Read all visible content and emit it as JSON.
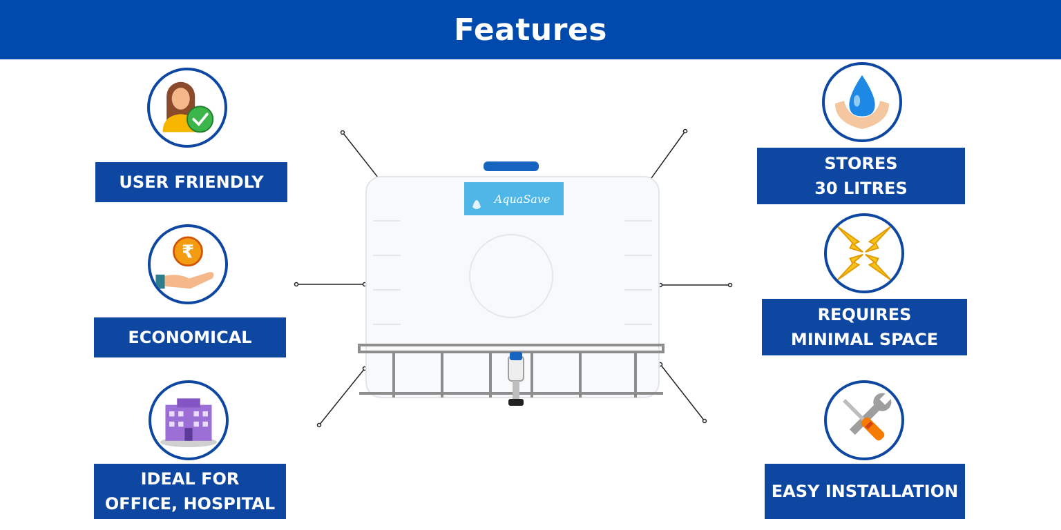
{
  "header": {
    "title": "Features"
  },
  "features": [
    {
      "icon": "user-check-icon",
      "label": "USER FRIENDLY"
    },
    {
      "icon": "rupee-coin-hand-icon",
      "label": "ECONOMICAL"
    },
    {
      "icon": "building-icon",
      "label": "IDEAL FOR\nOFFICE, HOSPITAL"
    },
    {
      "icon": "water-drop-hands-icon",
      "label": "STORES\n30 LITRES"
    },
    {
      "icon": "compress-arrows-icon",
      "label": "REQUIRES\nMINIMAL SPACE"
    },
    {
      "icon": "wrench-screwdriver-icon",
      "label": "EASY INSTALLATION"
    }
  ],
  "product": {
    "brand_logo": "AquaSave"
  },
  "colors": {
    "header_bg": "#004aad",
    "label_bg": "#0d47a1",
    "label_text": "#ffffff"
  }
}
